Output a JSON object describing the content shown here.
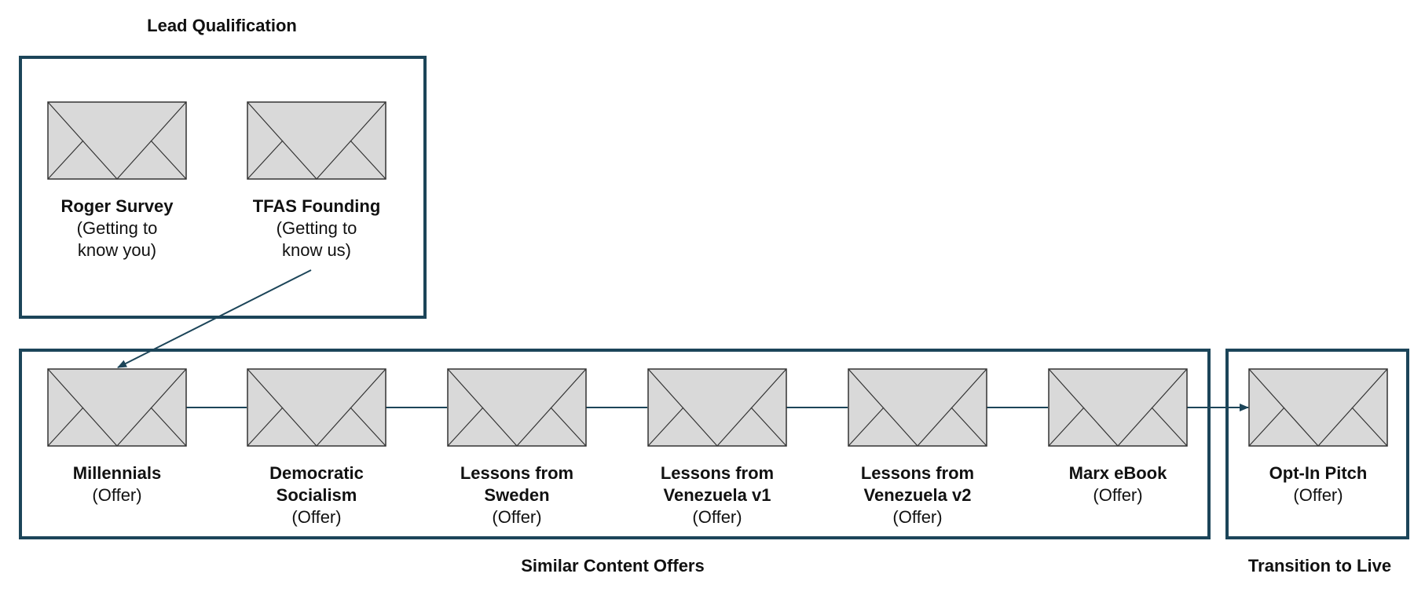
{
  "groups": {
    "lead": {
      "title": "Lead Qualification"
    },
    "similar": {
      "title": "Similar Content Offers"
    },
    "transition": {
      "title": "Transition to Live"
    }
  },
  "nodes": {
    "roger": {
      "title": "Roger Survey",
      "subtitle": "(Getting to\nknow you)"
    },
    "tfas": {
      "title": "TFAS Founding",
      "subtitle": "(Getting to\nknow us)"
    },
    "millennials": {
      "title": "Millennials",
      "subtitle": "(Offer)"
    },
    "democratic": {
      "title": "Democratic\nSocialism",
      "subtitle": "(Offer)"
    },
    "sweden": {
      "title": "Lessons from\nSweden",
      "subtitle": "(Offer)"
    },
    "venezuela1": {
      "title": "Lessons from\nVenezuela v1",
      "subtitle": "(Offer)"
    },
    "venezuela2": {
      "title": "Lessons from\nVenezuela v2",
      "subtitle": "(Offer)"
    },
    "marx": {
      "title": "Marx eBook",
      "subtitle": "(Offer)"
    },
    "optin": {
      "title": "Opt-In Pitch",
      "subtitle": "(Offer)"
    }
  },
  "colors": {
    "border": "#1c4559",
    "envelope_fill": "#d9d9d9",
    "envelope_stroke": "#333333"
  }
}
